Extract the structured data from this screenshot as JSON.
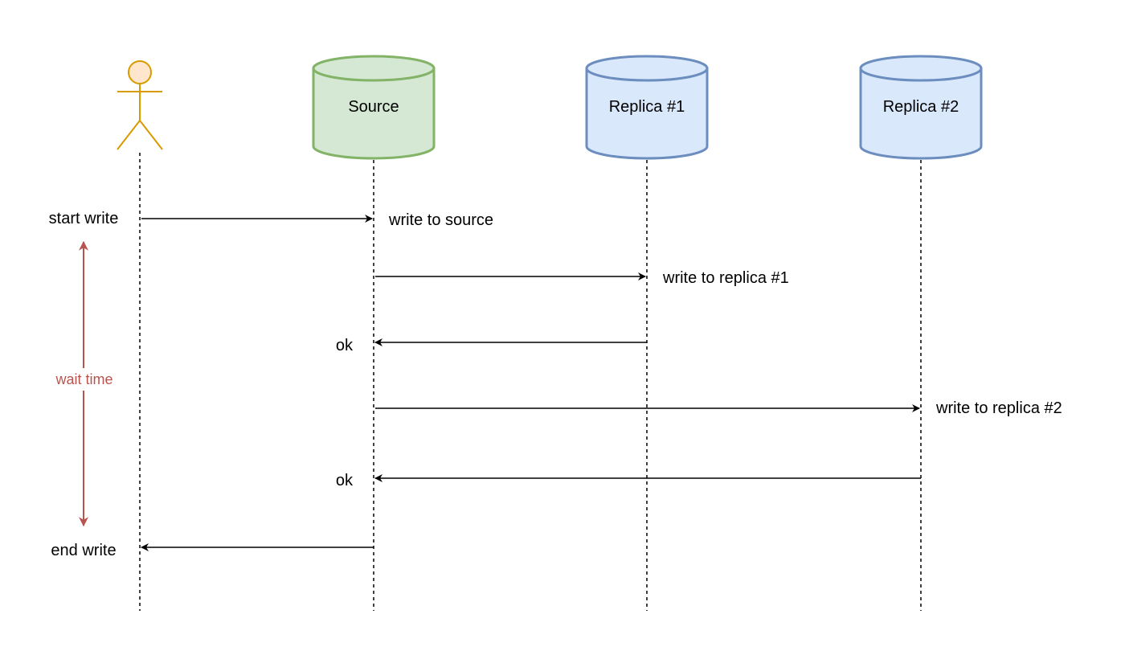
{
  "participants": {
    "actor": {
      "label": ""
    },
    "source": {
      "label": "Source",
      "fill": "#d5e8d4",
      "stroke": "#82b366"
    },
    "replica1": {
      "label": "Replica #1",
      "fill": "#dae8fc",
      "stroke": "#6c8ebf"
    },
    "replica2": {
      "label": "Replica #2",
      "fill": "#dae8fc",
      "stroke": "#6c8ebf"
    }
  },
  "actor_colors": {
    "fill": "#ffe6cc",
    "stroke": "#d79b00"
  },
  "messages": [
    {
      "from": "actor",
      "to": "source",
      "label": "write to source",
      "side_label": "start write"
    },
    {
      "from": "source",
      "to": "replica1",
      "label": "write to replica #1"
    },
    {
      "from": "replica1",
      "to": "source",
      "label": "ok"
    },
    {
      "from": "source",
      "to": "replica2",
      "label": "write to replica #2"
    },
    {
      "from": "replica2",
      "to": "source",
      "label": "ok"
    },
    {
      "from": "source",
      "to": "actor",
      "label": "",
      "side_label": "end write"
    }
  ],
  "wait_time": {
    "label": "wait time",
    "color": "#b85450"
  }
}
